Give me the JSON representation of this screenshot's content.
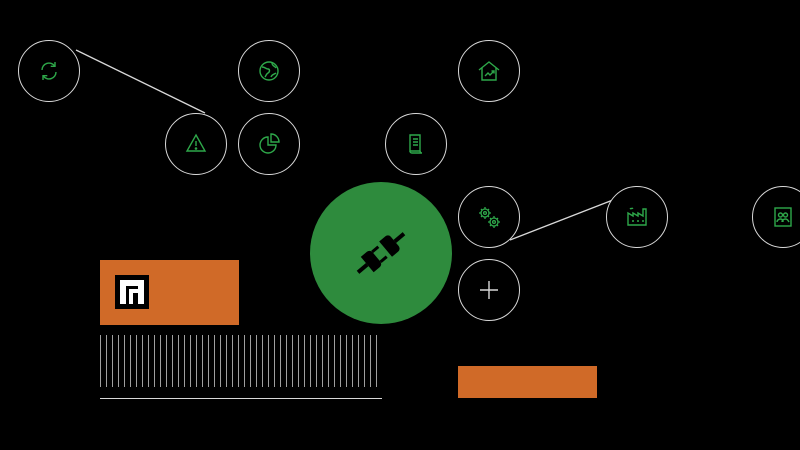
{
  "colors": {
    "background": "#000000",
    "hub": "#2e8b3d",
    "accent_orange": "#d06a28",
    "icon_green": "#2ea84a",
    "outline": "#d8d8d8"
  },
  "nodes": [
    {
      "name": "refresh-node",
      "icon": "refresh-icon"
    },
    {
      "name": "globe-node",
      "icon": "globe-leaf-icon"
    },
    {
      "name": "warning-node",
      "icon": "warning-icon"
    },
    {
      "name": "pie-chart-node",
      "icon": "pie-chart-icon"
    },
    {
      "name": "house-growth-node",
      "icon": "house-trend-icon"
    },
    {
      "name": "document-node",
      "icon": "document-icon"
    },
    {
      "name": "gears-node",
      "icon": "gears-icon"
    },
    {
      "name": "factory-node",
      "icon": "factory-icon"
    },
    {
      "name": "people-doc-node",
      "icon": "people-document-icon"
    },
    {
      "name": "add-node",
      "icon": "plus-icon"
    }
  ],
  "hub": {
    "icon": "plug-icon"
  },
  "logo": {
    "icon": "brand-logo-icon"
  }
}
